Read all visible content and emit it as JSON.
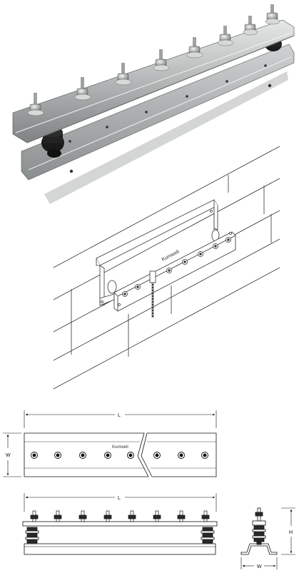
{
  "brand": {
    "name": "Kumwell"
  },
  "iso_view": {
    "brand": "Kumwell"
  },
  "top_view": {
    "dim_length": "L",
    "dim_width": "W",
    "brand": "Kumwell"
  },
  "front_view": {
    "dim_length": "L"
  },
  "side_view": {
    "dim_height": "H",
    "dim_width": "W"
  },
  "colors": {
    "metal": "#b9bbbb",
    "metal_dark": "#6e7273",
    "rubber": "#1b1b1b",
    "line": "#222222"
  }
}
